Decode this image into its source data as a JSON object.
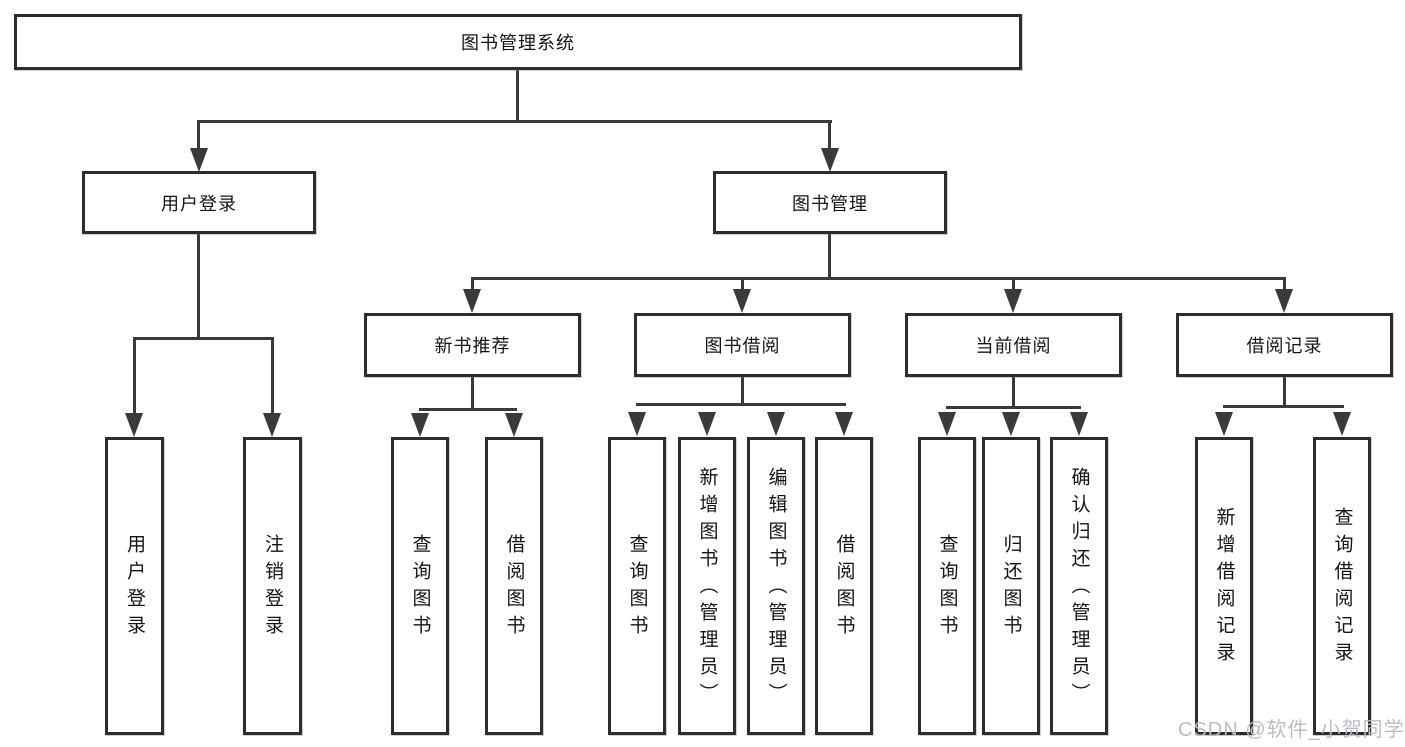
{
  "nodes": {
    "root": "图书管理系统",
    "user_login": "用户登录",
    "book_mgmt": "图书管理",
    "new_book_rec": "新书推荐",
    "book_borrow": "图书借阅",
    "current_borrow": "当前借阅",
    "borrow_records": "借阅记录",
    "leaf_user_login": "用户登录",
    "leaf_logout": "注销登录",
    "leaf_nbr_query_book": "查询图书",
    "leaf_nbr_borrow_book": "借阅图书",
    "leaf_bb_query_book": "查询图书",
    "leaf_bb_add_book": "新增图书（管理员）",
    "leaf_bb_edit_book": "编辑图书（管理员）",
    "leaf_bb_borrow_book": "借阅图书",
    "leaf_cb_query_book": "查询图书",
    "leaf_cb_return_book": "归还图书",
    "leaf_cb_confirm_return": "确认归还（管理员）",
    "leaf_br_add_record": "新增借阅记录",
    "leaf_br_query_record": "查询借阅记录"
  },
  "watermark": "CSDN @软件_小贺同学",
  "colors": {
    "line": "#3a3a3a",
    "box_border": "#2d2d2d",
    "box_fill": "#ffffff",
    "text": "#141414",
    "watermark": "#b9bdc4"
  }
}
